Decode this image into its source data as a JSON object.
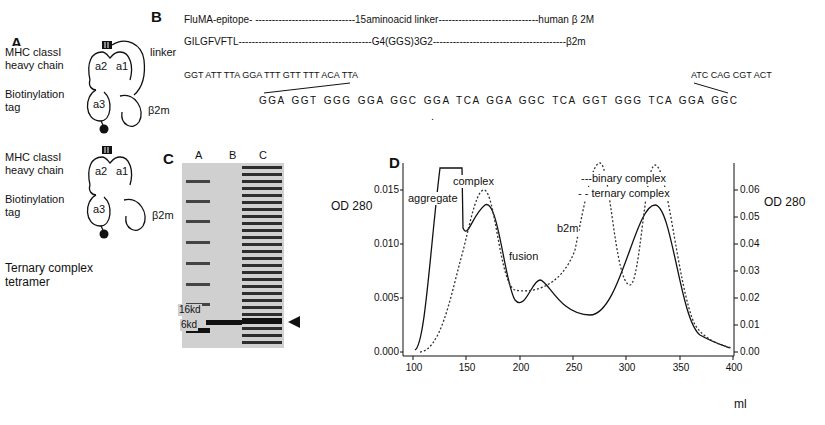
{
  "diagram": {
    "labels": [
      "A",
      "MHC classI heavy chain",
      "linker",
      "a2",
      "a1",
      "Biotinylation tag",
      "a3",
      "β2m",
      "MHC classI heavy chain",
      "a2",
      "a1",
      "Biotinylation tag",
      "a3",
      "β2m",
      "Ternary complex tetramer",
      "B",
      "FluMA-epitope- ------------------------------15aminoacid linker------------------------------human β 2M",
      "GILGFVFTL----------------------------------------G4(GGS)3G2----------------------------------------β2m",
      "GGT ATT TTA GGA TTT GTT TTT ACA TTA",
      "ATC CAG CGT ACT",
      "GGA GGT GGG GGA GGC GGA TCA GGA GGC TCA GGT GGG TCA GGA GGC",
      ".",
      "C",
      "A",
      "B",
      "C",
      "16kd",
      "6kd",
      "D",
      "OD 280",
      "OD 280",
      "aggregate",
      "complex",
      "---binary complex",
      "- - ternary complex",
      "b2m",
      "fusion",
      "0.015",
      "0.010",
      "0.005",
      "0.000",
      "0.06",
      "0.05",
      "0.04",
      "0.03",
      "0.02",
      "0.01",
      "0.00",
      "100",
      "150",
      "200",
      "250",
      "300",
      "350",
      "400",
      "ml"
    ]
  }
}
